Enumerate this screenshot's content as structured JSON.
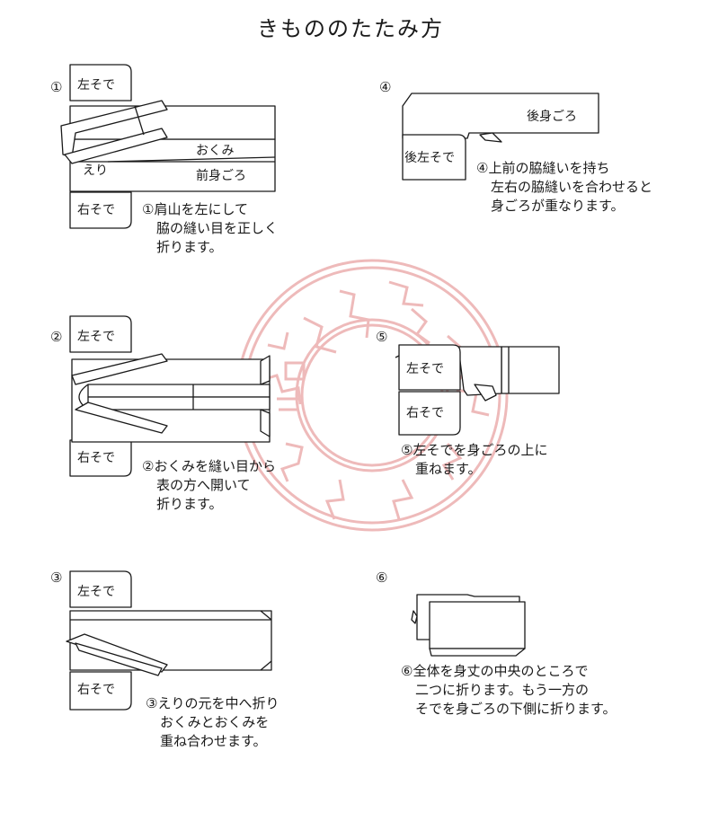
{
  "title": "きもののたたみ方",
  "stamp": {
    "color": "#e9a3a3"
  },
  "steps": [
    {
      "num": "①",
      "labels": {
        "left_sleeve": "左そで",
        "collar": "えり",
        "okumi": "おくみ",
        "front_body": "前身ごろ",
        "right_sleeve": "右そで"
      },
      "caption": [
        "①肩山を左にして",
        "脇の縫い目を正しく",
        "折ります。"
      ]
    },
    {
      "num": "②",
      "labels": {
        "left_sleeve": "左そで",
        "right_sleeve": "右そで"
      },
      "caption": [
        "②おくみを縫い目から",
        "表の方へ開いて",
        "折ります。"
      ]
    },
    {
      "num": "③",
      "labels": {
        "left_sleeve": "左そで",
        "right_sleeve": "右そで"
      },
      "caption": [
        "③えりの元を中へ折り",
        "おくみとおくみを",
        "重ね合わせます。"
      ]
    },
    {
      "num": "④",
      "labels": {
        "back_body": "後身ごろ",
        "back_left_sleeve": "後左そで"
      },
      "caption": [
        "④上前の脇縫いを持ち",
        "左右の脇縫いを合わせると",
        "身ごろが重なります。"
      ]
    },
    {
      "num": "⑤",
      "labels": {
        "left_sleeve": "左そで",
        "right_sleeve": "右そで"
      },
      "caption": [
        "⑤左そでを身ごろの上に",
        "重ねます。"
      ]
    },
    {
      "num": "⑥",
      "labels": {},
      "caption": [
        "⑥全体を身丈の中央のところで",
        "二つに折ります。もう一方の",
        "そでを身ごろの下側に折ります。"
      ]
    }
  ]
}
